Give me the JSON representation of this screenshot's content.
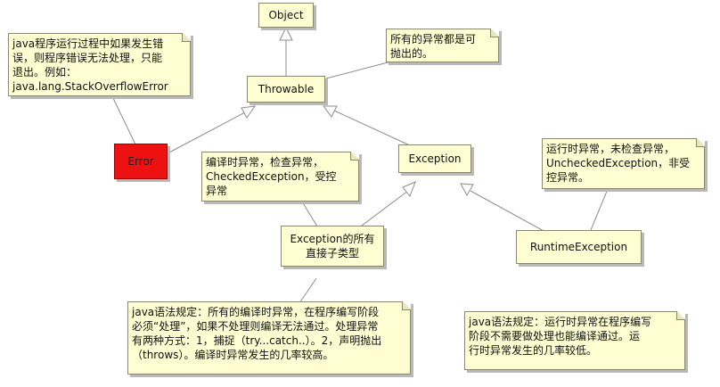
{
  "classes": {
    "object": "Object",
    "throwable": "Throwable",
    "error": "Error",
    "exception": "Exception",
    "exception_subclasses": [
      "Exception的所有",
      "直接子类型"
    ],
    "runtime_exception": "RuntimeException"
  },
  "notes": {
    "error_note": [
      "java程序运行过程中如果发生错",
      "误，则程序错误无法处理，只能",
      "退出。例如：",
      "java.lang.StackOverflowError"
    ],
    "throwable_note": [
      "所有的异常都是可",
      "抛出的。"
    ],
    "checked_note": [
      "编译时异常，检查异常，",
      "CheckedException，受控",
      "异常"
    ],
    "unchecked_note": [
      "运行时异常，未检查异常，",
      "UncheckedException，非受",
      "控异常。"
    ],
    "compile_rule_note": [
      "java语法规定：所有的编译时异常，在程序编写阶段",
      "必须“处理”，如果不处理则编译无法通过。处理异常",
      "有两种方式：1，捕捉（try...catch..）。2，声明抛出",
      "（throws）。编译时异常发生的几率较高。"
    ],
    "runtime_rule_note": [
      "java语法规定：运行时异常在程序编写",
      "阶段不需要做处理也能编译通过。运",
      "行时异常发生的几率较低。"
    ]
  },
  "colors": {
    "class_fill": "#fefed2",
    "error_fill": "#ee1111",
    "line": "#8c8c8c"
  }
}
